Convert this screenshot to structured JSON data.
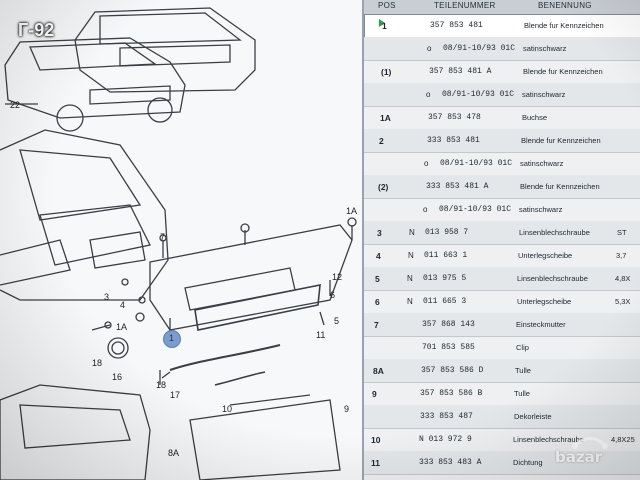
{
  "watermark_label": "Г-92",
  "table": {
    "headers": {
      "pos": "POS",
      "part": "TEILENUMMER",
      "desc": "BENENNUNG"
    },
    "rows": [
      {
        "pos": "1",
        "flag": "",
        "part": "357 853 481",
        "desc": "Blende fur Kennzeichen",
        "extra": ""
      },
      {
        "pos": "",
        "flag": "o",
        "part": "08/91-10/93 01C",
        "desc": "satinschwarz",
        "extra": ""
      },
      {
        "pos": "(1)",
        "flag": "",
        "part": "357 853 481 A",
        "desc": "Blende fur Kennzeichen",
        "extra": ""
      },
      {
        "pos": "",
        "flag": "o",
        "part": "08/91-10/93 01C",
        "desc": "satinschwarz",
        "extra": ""
      },
      {
        "pos": "1A",
        "flag": "",
        "part": "357 853 478",
        "desc": "Buchse",
        "extra": ""
      },
      {
        "pos": "2",
        "flag": "",
        "part": "333 853 481",
        "desc": "Blende fur Kennzeichen",
        "extra": ""
      },
      {
        "pos": "",
        "flag": "o",
        "part": "08/91-10/93 01C",
        "desc": "satinschwarz",
        "extra": ""
      },
      {
        "pos": "(2)",
        "flag": "",
        "part": "333 853 481 A",
        "desc": "Blende fur Kennzeichen",
        "extra": ""
      },
      {
        "pos": "",
        "flag": "o",
        "part": "08/91-10/93 01C",
        "desc": "satinschwarz",
        "extra": ""
      },
      {
        "pos": "3",
        "flag": "N",
        "part": "013 958 7",
        "desc": "Linsenblechschraube",
        "extra": "ST"
      },
      {
        "pos": "4",
        "flag": "N",
        "part": "011 663 1",
        "desc": "Unterlegscheibe",
        "extra": "3,7"
      },
      {
        "pos": "5",
        "flag": "N",
        "part": "013 975 5",
        "desc": "Linsenblechschraube",
        "extra": "4,8X"
      },
      {
        "pos": "6",
        "flag": "N",
        "part": "011 665 3",
        "desc": "Unterlegscheibe",
        "extra": "5,3X"
      },
      {
        "pos": "7",
        "flag": "",
        "part": "357 868 143",
        "desc": "Einsteckmutter",
        "extra": ""
      },
      {
        "pos": "",
        "flag": "",
        "part": "701 853 585",
        "desc": "Clip",
        "extra": ""
      },
      {
        "pos": "8A",
        "flag": "",
        "part": "357 853 586 D",
        "desc": "Tulle",
        "extra": ""
      },
      {
        "pos": "9",
        "flag": "",
        "part": "357 853 586 B",
        "desc": "Tulle",
        "extra": ""
      },
      {
        "pos": "",
        "flag": "",
        "part": "333 853 487",
        "desc": "Dekorleiste",
        "extra": ""
      },
      {
        "pos": "10",
        "flag": "",
        "part": "N  013 972 9",
        "desc": "Linsenblechschraube",
        "extra": "4,8X25"
      },
      {
        "pos": "11",
        "flag": "",
        "part": "333 853 483 A",
        "desc": "Dichtung",
        "extra": ""
      }
    ]
  },
  "diagram": {
    "callouts": [
      "22",
      "1A",
      "7",
      "3",
      "4",
      "1A",
      "18",
      "16",
      "1",
      "18",
      "17",
      "12",
      "6",
      "5",
      "11",
      "10",
      "9",
      "8A"
    ],
    "highlight": "1"
  },
  "logo_text": "bazar"
}
